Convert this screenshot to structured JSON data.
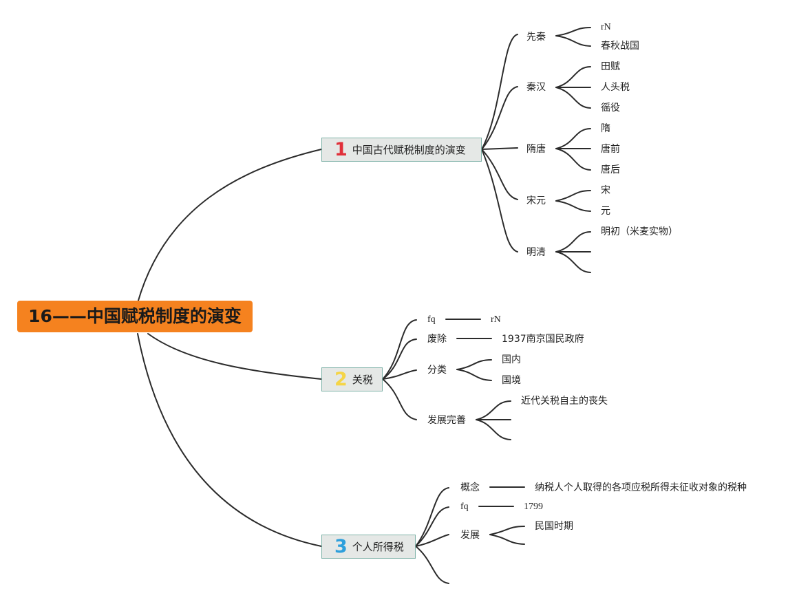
{
  "root": {
    "title": "16——中国赋税制度的演变"
  },
  "topics": [
    {
      "number": "1",
      "color": "#e0303a",
      "label": "中国古代赋税制度的演变",
      "branches": [
        {
          "label": "先秦",
          "leaves": [
            "rN",
            "春秋战国"
          ]
        },
        {
          "label": "秦汉",
          "leaves": [
            "田赋",
            "人头税",
            "徭役"
          ]
        },
        {
          "label": "隋唐",
          "leaves": [
            "隋",
            "唐前",
            "唐后"
          ]
        },
        {
          "label": "宋元",
          "leaves": [
            "宋",
            "元"
          ]
        },
        {
          "label": "明清",
          "leaves": [
            "明初（米麦实物）",
            "",
            ""
          ]
        }
      ]
    },
    {
      "number": "2",
      "color": "#f5d547",
      "label": "关税",
      "branches": [
        {
          "label": "fq",
          "leaves": [
            "rN"
          ]
        },
        {
          "label": "废除",
          "leaves": [
            "1937南京国民政府"
          ]
        },
        {
          "label": "分类",
          "leaves": [
            "国内",
            "国境"
          ]
        },
        {
          "label": "发展完善",
          "leaves": [
            "近代关税自主的丧失",
            "",
            ""
          ]
        }
      ]
    },
    {
      "number": "3",
      "color": "#2d9fdc",
      "label": "个人所得税",
      "branches": [
        {
          "label": "概念",
          "leaves": [
            "纳税人个人取得的各项应税所得未征收对象的税种"
          ]
        },
        {
          "label": "fq",
          "leaves": [
            "1799"
          ]
        },
        {
          "label": "发展",
          "leaves": [
            "民国时期",
            ""
          ]
        },
        {
          "label": "",
          "leaves": []
        }
      ]
    }
  ]
}
